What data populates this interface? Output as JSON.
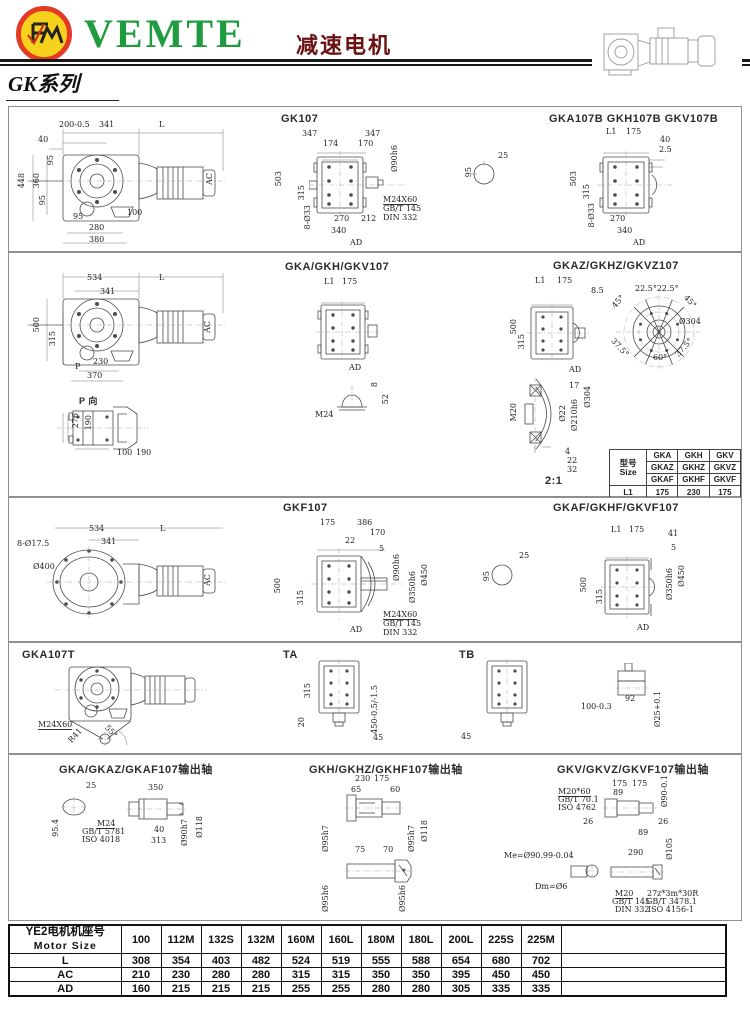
{
  "header": {
    "brand": "VEMTE",
    "doc_title": "减速电机",
    "series": "GK系列"
  },
  "colors": {
    "brand_green": "#1f9c3f",
    "logo_red": "#e23a24",
    "logo_yellow": "#f7d21c",
    "title_red": "#6b1212"
  },
  "panel1": {
    "side": {
      "d200": "200-0.5",
      "d341": "341",
      "dL": "L",
      "d40": "40",
      "d95a": "95",
      "d448": "448",
      "d360": "360",
      "d95b": "95",
      "d95c": "95",
      "d100": "100",
      "d280": "280",
      "d380": "380",
      "dAC": "AC"
    },
    "gk107": {
      "title": "GK107",
      "d347a": "347",
      "d347b": "347",
      "d174": "174",
      "d170": "170",
      "d90": "Ø90h6",
      "d503": "503",
      "d315": "315",
      "d833": "8-Ø33",
      "d270": "270",
      "d212": "212",
      "d340": "340",
      "dAD": "AD",
      "note1": "M24X60",
      "note2": "GB/T 145",
      "note3": "DIN 332"
    },
    "b107": {
      "title": "GKA107B  GKH107B  GKV107B",
      "d25": "25",
      "d95": "95",
      "dL1": "L1",
      "d175": "175",
      "d40": "40",
      "d25b": "2.5",
      "d503": "503",
      "d315": "315",
      "d833": "8-Ø33",
      "d270": "270",
      "d340": "340",
      "dAD": "AD"
    }
  },
  "panel2": {
    "side": {
      "d534": "534",
      "d341": "341",
      "dL": "L",
      "d500": "500",
      "d315": "315",
      "dP": "P",
      "d230": "230",
      "d370": "370",
      "dAC": "AC"
    },
    "pview": {
      "title": "P 向",
      "d276": "276",
      "d190a": "190",
      "d100": "100",
      "d190b": "190"
    },
    "mid": {
      "title": "GKA/GKH/GKV107",
      "dL1": "L1",
      "d175": "175",
      "dAD": "AD",
      "d8": "8",
      "d52": "52",
      "dM24": "M24"
    },
    "z": {
      "title": "GKAZ/GKHZ/GKVZ107",
      "dL1": "L1",
      "d175": "175",
      "d85": "8.5",
      "d500": "500",
      "d315": "315",
      "dAD": "AD",
      "a225": "22.5°22.5°",
      "a45a": "45°",
      "a45b": "45°",
      "d304": "Ø304",
      "a375a": "37.5°",
      "a375b": "37.5°",
      "a60": "60°"
    },
    "detail": {
      "d17": "17",
      "dM20": "M20",
      "d22": "Ø22",
      "d210": "Ø210h6",
      "d304": "Ø304",
      "d4": "4",
      "d22b": "22",
      "d32": "32",
      "scale": "2:1"
    },
    "size_table": {
      "h1": "型号",
      "h2": "Size",
      "r1": [
        "GKA",
        "GKH",
        "GKV"
      ],
      "r2": [
        "GKAZ",
        "GKHZ",
        "GKVZ"
      ],
      "r3": [
        "GKAF",
        "GKHF",
        "GKVF"
      ],
      "l1": "L1",
      "v": [
        "175",
        "230",
        "175"
      ]
    }
  },
  "panel3": {
    "side": {
      "d8d175": "8-Ø17.5",
      "d400": "Ø400",
      "d534": "534",
      "d341": "341",
      "dL": "L",
      "dAC": "AC"
    },
    "gkf107": {
      "title": "GKF107",
      "d175": "175",
      "d386": "386",
      "d170": "170",
      "d22": "22",
      "d5": "5",
      "d90": "Ø90h6",
      "d500": "500",
      "d315": "315",
      "d350": "Ø350h6",
      "d450": "Ø450",
      "dAD": "AD",
      "note1": "M24X60",
      "note2": "GB/T 145",
      "note3": "DIN 332"
    },
    "f107": {
      "title": "GKAF/GKHF/GKVF107",
      "d25": "25",
      "d95": "95",
      "dL1": "L1",
      "d175": "175",
      "d41": "41",
      "d5": "5",
      "d500": "500",
      "d315": "315",
      "d350": "Ø350h6",
      "d450": "Ø450",
      "dAD": "AD"
    }
  },
  "panel4": {
    "t": {
      "title": "GKA107T",
      "dM24": "M24X60",
      "dR41": "R41",
      "d55": "55°"
    },
    "ta": {
      "title": "TA",
      "d315": "315",
      "d20": "20",
      "d450": "450-0.5/-1.5",
      "d45": "45"
    },
    "tb": {
      "title": "TB",
      "d45": "45"
    },
    "shaft": {
      "d100": "100-0.3",
      "d92": "92",
      "d25": "Ø25+0.1"
    }
  },
  "panel5": {
    "a": {
      "title": "GKA/GKAZ/GKAF107输出轴",
      "d25": "25",
      "d954": "95.4",
      "d350": "350",
      "d40": "40",
      "d313": "313",
      "d90": "Ø90h7",
      "d118": "Ø118",
      "note1": "M24",
      "note2": "GB/T 5781",
      "note3": "ISO 4018"
    },
    "h": {
      "title": "GKH/GKHZ/GKHF107输出轴",
      "d230": "230",
      "d175": "175",
      "d65": "65",
      "d60": "60",
      "d95a": "Ø95h7",
      "d95b": "Ø95h7",
      "d118": "Ø118",
      "d75": "75",
      "d70": "70",
      "d95c": "Ø95h6",
      "d95d": "Ø95h6"
    },
    "v": {
      "title": "GKV/GKVZ/GKVF107输出轴",
      "n1": "M20*60",
      "n2": "GB/T 70.1",
      "n3": "ISO 4762",
      "d175a": "175",
      "d175b": "175",
      "d89a": "89",
      "d90": "Ø90-0.1",
      "d26a": "26",
      "d26b": "26",
      "d89b": "89",
      "d290": "290",
      "d105": "Ø105",
      "dme": "Me=Ø90.99-0.04",
      "ddm": "Dm=Ø6",
      "n4": "M20",
      "n5": "GB/T 145",
      "n6": "DIN 332",
      "n7": "27z*3m*30R",
      "n8": "GB/T 3478.1",
      "n9": "ISO 4156-1"
    }
  },
  "motor_table": {
    "label_cn": "YE2电机机座号",
    "label_en": "Motor Size",
    "cols": [
      "100",
      "112M",
      "132S",
      "132M",
      "160M",
      "160L",
      "180M",
      "180L",
      "200L",
      "225S",
      "225M"
    ],
    "rows": [
      {
        "label": "L",
        "values": [
          "308",
          "354",
          "403",
          "482",
          "524",
          "519",
          "555",
          "588",
          "654",
          "680",
          "702"
        ]
      },
      {
        "label": "AC",
        "values": [
          "210",
          "230",
          "280",
          "280",
          "315",
          "315",
          "350",
          "350",
          "395",
          "450",
          "450"
        ]
      },
      {
        "label": "AD",
        "values": [
          "160",
          "215",
          "215",
          "215",
          "255",
          "255",
          "280",
          "280",
          "305",
          "335",
          "335"
        ]
      }
    ]
  }
}
